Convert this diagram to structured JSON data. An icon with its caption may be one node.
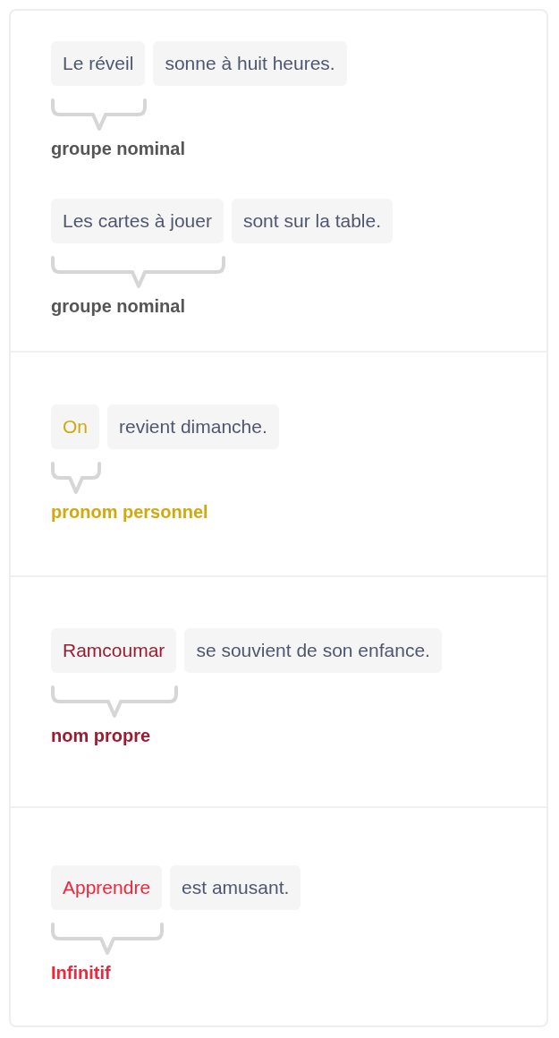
{
  "diagram": {
    "nodes": [
      {
        "text": [
          "Le réveil"
        ],
        "beside": [
          "groupe nominal"
        ]
      },
      {
        "text": [
          "sonne à huit heures."
        ]
      },
      {
        "text": [
          "Les cartes à jouer"
        ],
        "beside": [
          "groupe nominal"
        ]
      },
      {
        "text": [
          "sont sur la table."
        ]
      },
      {
        "text": [
          "On"
        ],
        "beside": [
          "pronom personnel"
        ]
      },
      {
        "text": [
          "revient dimanche."
        ]
      },
      {
        "text": [
          "Ramcoumar"
        ],
        "beside": [
          "nom propre"
        ]
      },
      {
        "text": [
          "se souvient de son enfance."
        ]
      },
      {
        "text": [
          "Apprendre"
        ],
        "beside": [
          "Infinitif"
        ]
      },
      {
        "text": [
          "est amusant."
        ]
      }
    ]
  }
}
